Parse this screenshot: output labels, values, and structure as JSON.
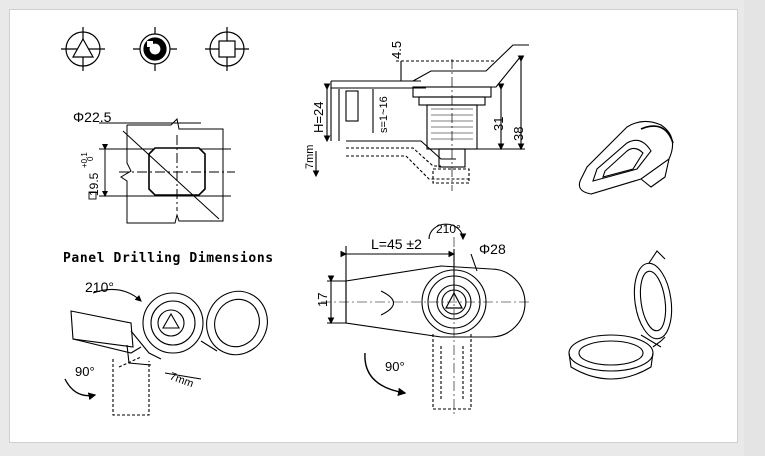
{
  "colors": {
    "line": "#000000",
    "background": "#ffffff",
    "margin": "#e9e9e9"
  },
  "icons": [
    "triangle-key-icon",
    "round-key-icon",
    "square-key-icon"
  ],
  "panel": {
    "diameter": "Φ22.5",
    "height": "19.5",
    "tol_plus": "+0.1",
    "tol_zero": "0",
    "caption": "Panel Drilling Dimensions"
  },
  "side_view": {
    "top_offset": "4.5",
    "height_label": "H=24",
    "panel_thickness": "s=1~16",
    "dim_31": "31",
    "dim_38": "38",
    "cam_thickness": "7mm"
  },
  "front_view": {
    "length": "L=45 ±2",
    "diameter": "Φ28",
    "width": "17",
    "rotation_top": "210°",
    "rotation_bottom": "90°"
  },
  "iso_view": {
    "rotation_top": "210°",
    "rotation_bottom": "90°",
    "cam_thickness": "7mm"
  }
}
